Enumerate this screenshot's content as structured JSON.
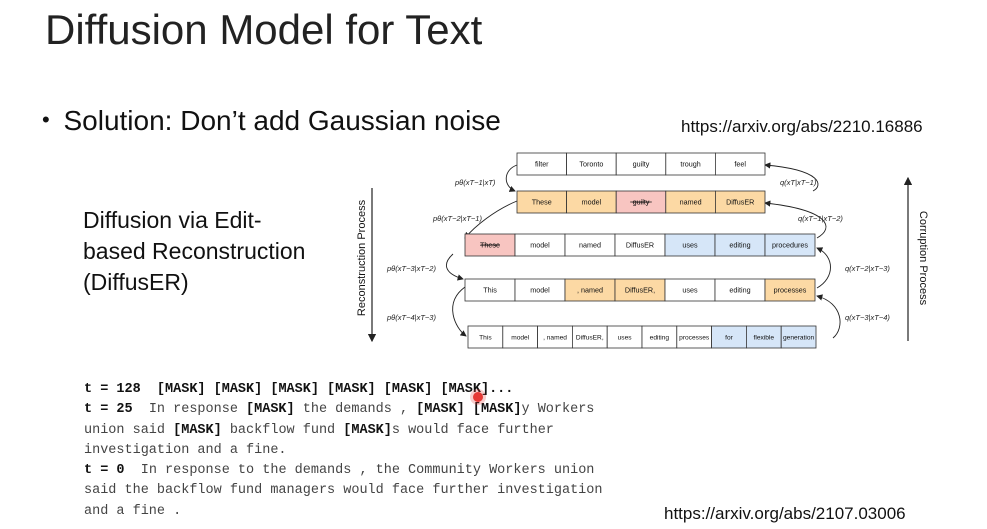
{
  "slide": {
    "title": "Diffusion Model for Text",
    "bullet": "Solution: Don’t add Gaussian noise",
    "link_top": "https://arxiv.org/abs/2210.16886",
    "link_bottom": "https://arxiv.org/abs/2107.03006",
    "left_label_lines": [
      "Diffusion via Edit-",
      "based Reconstruction",
      "(DiffusER)"
    ]
  },
  "diagram": {
    "left_axis_label": "Reconstruction Process",
    "right_axis_label": "Corruption Process",
    "left_annotations": [
      "pθ(xT−1|xT)",
      "pθ(xT−2|xT−1)",
      "pθ(xT−3|xT−2)",
      "pθ(xT−4|xT−3)"
    ],
    "right_annotations": [
      "q(xT|xT−1)",
      "q(xT−1|xT−2)",
      "q(xT−2|xT−3)",
      "q(xT−3|xT−4)"
    ],
    "colors": {
      "orange": "#fcd9a4",
      "red": "#f8c5c1",
      "blue": "#d6e6f8",
      "white": "#ffffff"
    },
    "rows": [
      {
        "cells": [
          {
            "text": "filter",
            "color": "white"
          },
          {
            "text": "Toronto",
            "color": "white"
          },
          {
            "text": "guilty",
            "color": "white"
          },
          {
            "text": "trough",
            "color": "white"
          },
          {
            "text": "feel",
            "color": "white"
          }
        ]
      },
      {
        "cells": [
          {
            "text": "These",
            "color": "orange"
          },
          {
            "text": "model",
            "color": "orange"
          },
          {
            "text": "guilty",
            "color": "red",
            "strike": true
          },
          {
            "text": "named",
            "color": "orange"
          },
          {
            "text": "DiffusER",
            "color": "orange"
          }
        ]
      },
      {
        "cells": [
          {
            "text": "These",
            "color": "red",
            "strike": true
          },
          {
            "text": "model",
            "color": "white"
          },
          {
            "text": "named",
            "color": "white"
          },
          {
            "text": "DiffusER",
            "color": "white"
          },
          {
            "text": "uses",
            "color": "blue"
          },
          {
            "text": "editing",
            "color": "blue"
          },
          {
            "text": "procedures",
            "color": "blue"
          }
        ]
      },
      {
        "cells": [
          {
            "text": "This",
            "color": "white"
          },
          {
            "text": "model",
            "color": "white"
          },
          {
            "text": ", named",
            "color": "orange"
          },
          {
            "text": "DiffusER,",
            "color": "orange"
          },
          {
            "text": "uses",
            "color": "white"
          },
          {
            "text": "editing",
            "color": "white"
          },
          {
            "text": "processes",
            "color": "orange"
          }
        ]
      },
      {
        "cells": [
          {
            "text": "This",
            "color": "white"
          },
          {
            "text": "model",
            "color": "white"
          },
          {
            "text": ", named",
            "color": "white"
          },
          {
            "text": "DiffusER,",
            "color": "white"
          },
          {
            "text": "uses",
            "color": "white"
          },
          {
            "text": "editing",
            "color": "white"
          },
          {
            "text": "processes",
            "color": "white"
          },
          {
            "text": "for",
            "color": "blue"
          },
          {
            "text": "flexible",
            "color": "blue"
          },
          {
            "text": "generation",
            "color": "blue"
          }
        ]
      }
    ]
  },
  "code_example": {
    "lines": [
      [
        {
          "t": "t = 128  ",
          "b": true
        },
        {
          "t": "[MASK] [MASK] [MASK] [MASK] [MASK] [MASK]...",
          "b": true
        }
      ],
      [
        {
          "t": "t = 25  ",
          "b": true
        },
        {
          "t": "In response "
        },
        {
          "t": "[MASK]",
          "b": true
        },
        {
          "t": " the demands , "
        },
        {
          "t": "[MASK] [MASK]",
          "b": true
        },
        {
          "t": "y Workers"
        }
      ],
      [
        {
          "t": "union said "
        },
        {
          "t": "[MASK]",
          "b": true
        },
        {
          "t": " backflow fund "
        },
        {
          "t": "[MASK]",
          "b": true
        },
        {
          "t": "s would face further"
        }
      ],
      [
        {
          "t": "investigation and a fine."
        }
      ],
      [
        {
          "t": "t = 0  ",
          "b": true
        },
        {
          "t": "In response to the demands , the Community Workers union"
        }
      ],
      [
        {
          "t": "said the backflow fund managers would face further investigation"
        }
      ],
      [
        {
          "t": "and a fine ."
        }
      ]
    ]
  }
}
